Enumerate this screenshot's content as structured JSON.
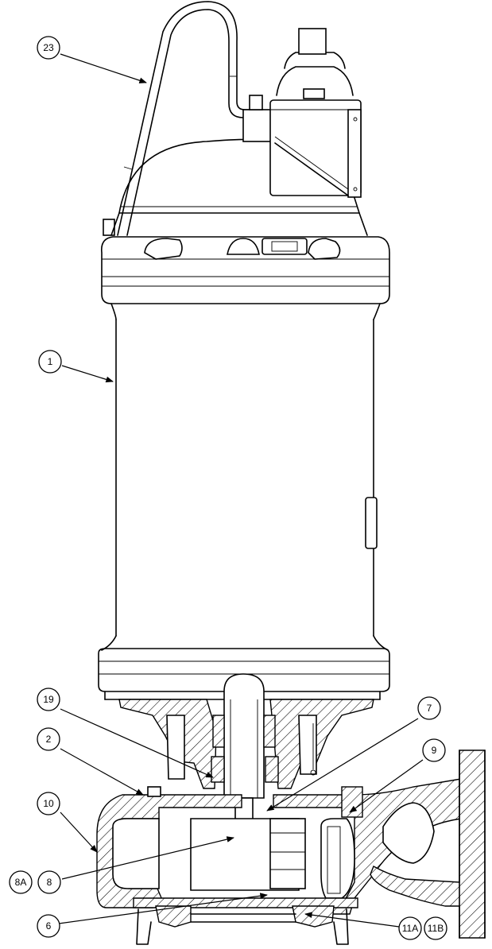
{
  "callouts": {
    "c23": "23",
    "c1": "1",
    "c19": "19",
    "c2": "2",
    "c10": "10",
    "c7": "7",
    "c9": "9",
    "c8a": "8A",
    "c8": "8",
    "c6": "6",
    "c11a": "11A",
    "c11b": "11B"
  }
}
